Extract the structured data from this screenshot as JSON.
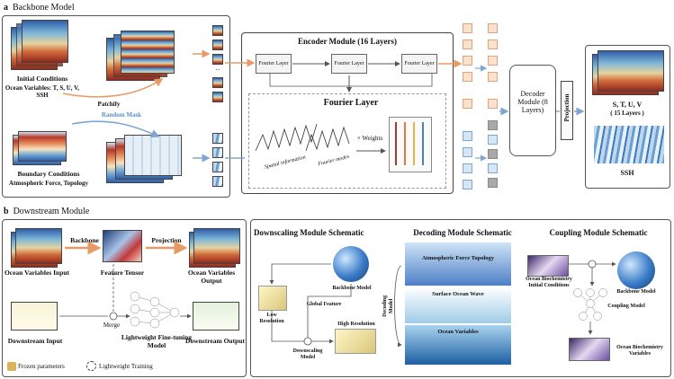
{
  "panel_a": {
    "label": "a",
    "title": "Backbone Model",
    "initial_conditions_title": "Initial Conditions",
    "initial_conditions_sub": "Ocean Variables: T, S, U, V, SSH",
    "patchify": "Patchify",
    "random_mask": "Random Mask",
    "boundary_conditions_title": "Boundary Conditions",
    "boundary_conditions_sub": "Atmospheric Force, Topology",
    "encoder_title": "Encoder Module (16 Layers)",
    "fourier_layer_small": "Fourier Layer",
    "fourier_layer_big": "Fourier Layer",
    "spatial_information": "Spatial information",
    "fourier_modes": "Fourier modes",
    "times_weights": "× Weights",
    "decoder_label": "Decoder Module (8 Layers)",
    "projection": "Projection",
    "output_vars": "S, T, U, V",
    "output_layers": "( 15 Layers )",
    "ssh": "SSH",
    "ellipsis": "..."
  },
  "panel_b": {
    "label": "b",
    "title": "Downstream Module",
    "backbone": "Backbone",
    "projection": "Projection",
    "ocean_input": "Ocean Variables Input",
    "feature_tensor": "Feature Tensor",
    "ocean_output": "Ocean Variables Output",
    "merge": "Merge",
    "downstream_input": "Downstream Input",
    "lightweight_model": "Lightweight Fine-tuning Model",
    "downstream_output": "Downstream Output",
    "legend_frozen": "Frozen parameters",
    "legend_training": "Lightweight Training"
  },
  "schematics": {
    "downscaling_title": "Downscaling Module Schematic",
    "decoding_title": "Decoding Module Schematic",
    "coupling_title": "Coupling Module Schematic",
    "backbone_model": "Backbone Model",
    "low_resolution": "Low Resolution",
    "global_feature": "Global Feature",
    "high_resolution": "High Resolution",
    "downscaling_model": "Downscaling Model",
    "decoding_model": "Decoding Model",
    "atmospheric_force_topology": "Atmospheric Force Topology",
    "surface_ocean_wave": "Surface Ocean Wave",
    "ocean_variables": "Ocean Variables",
    "ocean_biochem_initial": "Ocean Biochemistry Initial Conditions",
    "coupling_model": "Coupling Model",
    "ocean_biochem_vars": "Ocean Biochemistry Variables"
  },
  "colors": {
    "orange_token": "#fbe2cf",
    "blue_token": "#d7e6f4",
    "gray_token": "#a9a9a9",
    "arrow_orange": "#e79a63",
    "arrow_blue": "#7fa6cf"
  }
}
